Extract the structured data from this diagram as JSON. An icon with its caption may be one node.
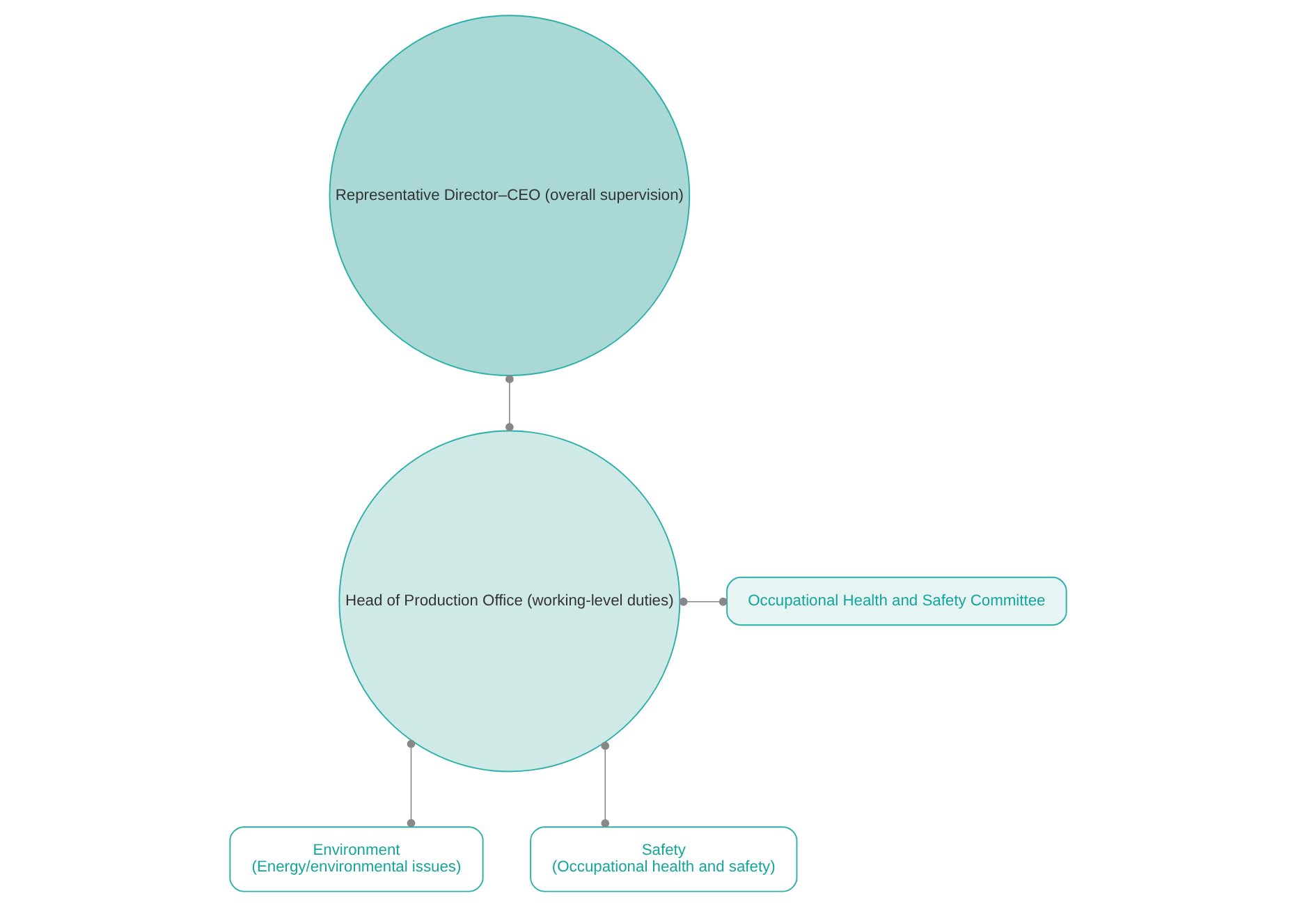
{
  "diagram": {
    "nodes": [
      {
        "text": [
          "Representative Director–CEO (overall supervision)"
        ]
      },
      {
        "text": [
          "Head of Production Office (working-level duties)"
        ]
      },
      {
        "text": [
          "Occupational Health and Safety Committee"
        ]
      },
      {
        "text": [
          "Environment",
          "(Energy/environmental issues)"
        ]
      },
      {
        "text": [
          "Safety",
          "(Occupational health and safety)"
        ]
      }
    ],
    "edges": [
      {
        "from": 0,
        "to": 1,
        "arrow": "other"
      },
      {
        "from": 1,
        "to": 2,
        "arrow": "other"
      },
      {
        "from": 1,
        "to": 3,
        "arrow": "other"
      },
      {
        "from": 1,
        "to": 4,
        "arrow": "other"
      }
    ]
  }
}
